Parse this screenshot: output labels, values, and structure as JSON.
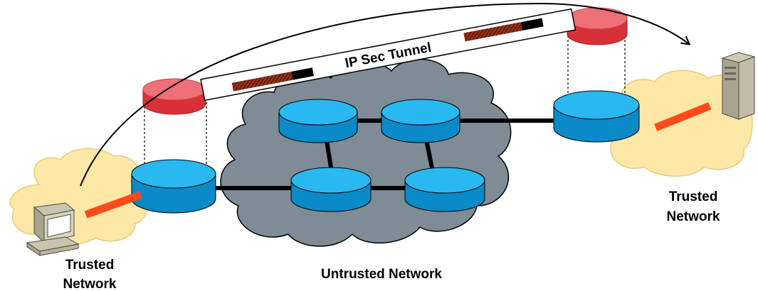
{
  "labels": {
    "tunnel": "IP Sec Tunnel",
    "untrusted": "Untrusted Network",
    "trusted_left": [
      "Trusted",
      "Network"
    ],
    "trusted_right": [
      "Trusted",
      "Network"
    ]
  },
  "colors": {
    "untrusted_cloud": "#7f8c96",
    "trusted_cloud": "#fde7a6",
    "router_top": "#29b8f0",
    "router_side": "#0a8ac8",
    "encryptor_top": "#f0707a",
    "encryptor_side": "#d83038",
    "traffic_bar": "#ff4a1a",
    "encrypted_payload": "#8a2a12",
    "link": "#000000"
  },
  "icons": [
    "workstation-icon",
    "server-icon",
    "router-icon",
    "encryptor-icon"
  ]
}
